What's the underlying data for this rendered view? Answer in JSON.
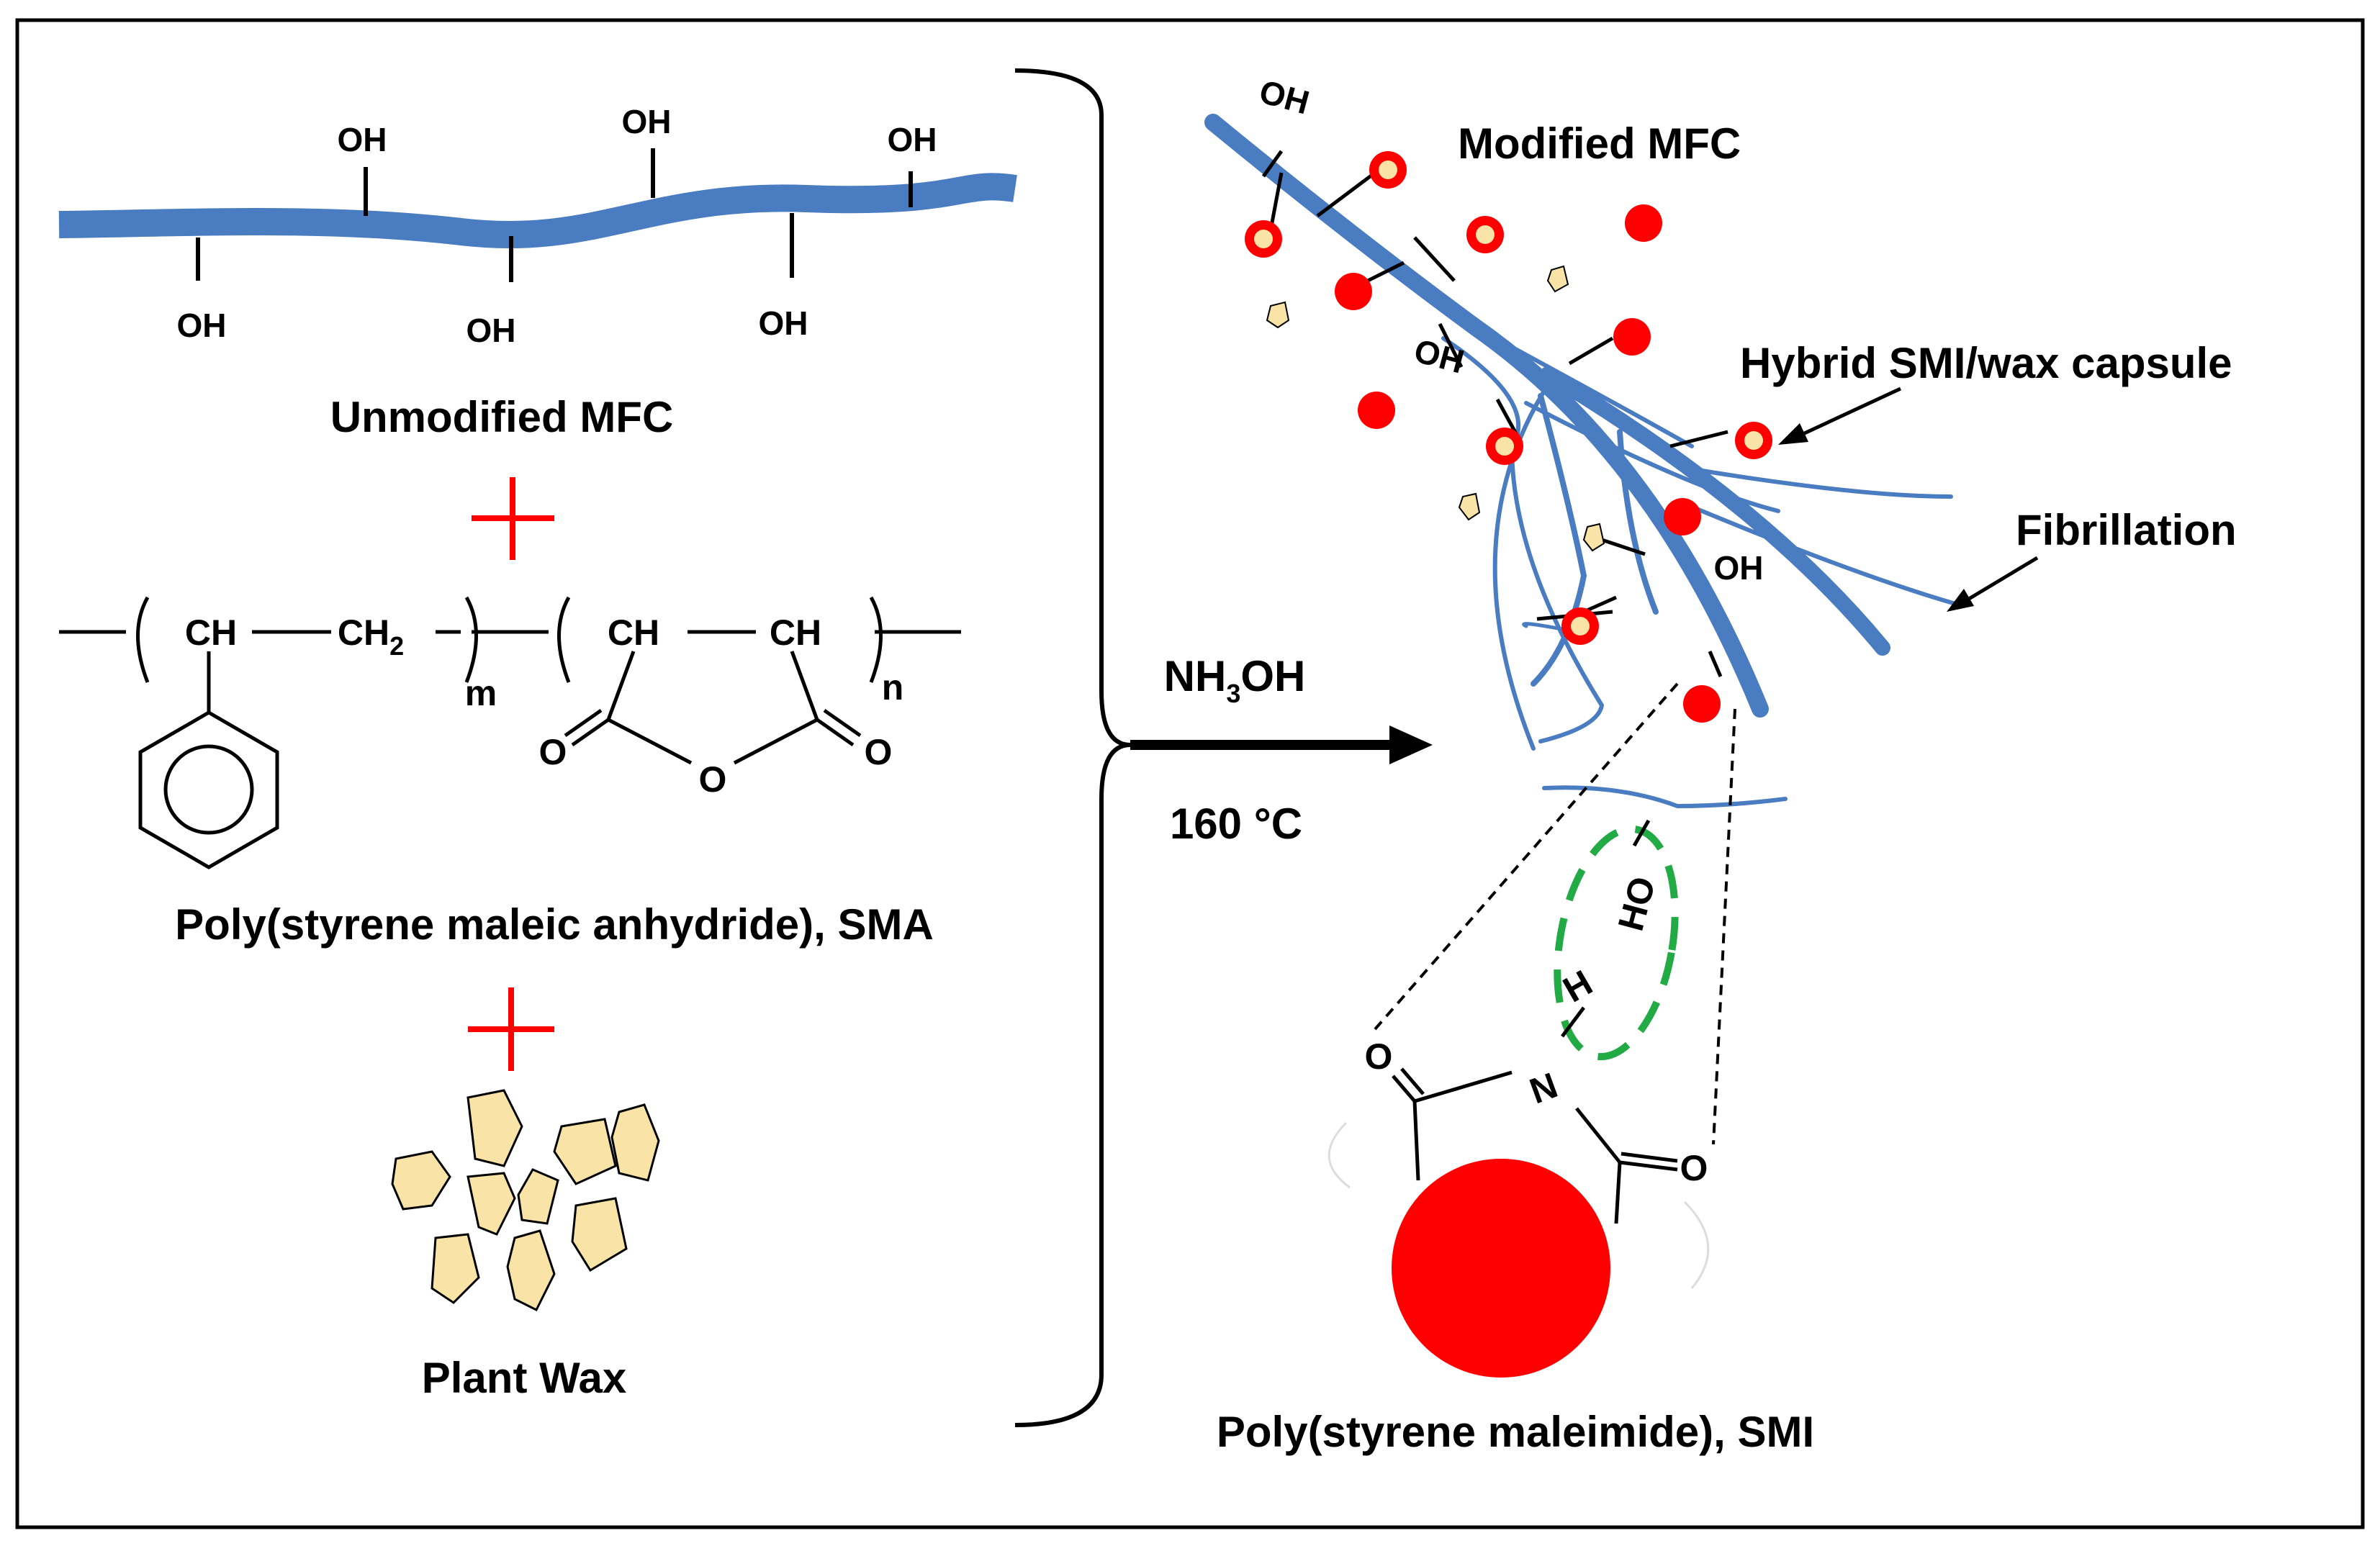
{
  "left": {
    "unmodified_mfc": {
      "label": "Unmodified MFC",
      "hydroxyl": "OH"
    },
    "sma": {
      "label": "Poly(styrene maleic anhydride), SMA",
      "ch": "CH",
      "ch2": "CH",
      "ch2_sub": "2",
      "sub_m": "m",
      "sub_n": "n",
      "oxygen": "O"
    },
    "plant_wax": {
      "label": "Plant Wax"
    },
    "plus_color": "#ff0000"
  },
  "reaction": {
    "reagent_main": "NH",
    "reagent_sub": "3",
    "reagent_end": "OH",
    "temperature": "160 °C"
  },
  "right": {
    "modified_mfc": {
      "label": "Modified MFC",
      "hydroxyl": "OH"
    },
    "capsule": {
      "label": "Hybrid SMI/wax capsule"
    },
    "fibrillation": {
      "label": "Fibrillation"
    },
    "smi": {
      "label": "Poly(styrene maleimide), SMI",
      "hydroxyl": "HO",
      "hydrogen": "H",
      "nitrogen": "N",
      "oxygen": "O"
    }
  },
  "colors": {
    "fiber": "#4a7cc2",
    "sphere": "#ff0000",
    "wax": "#fae3a6",
    "hbond": "#22aa44"
  }
}
